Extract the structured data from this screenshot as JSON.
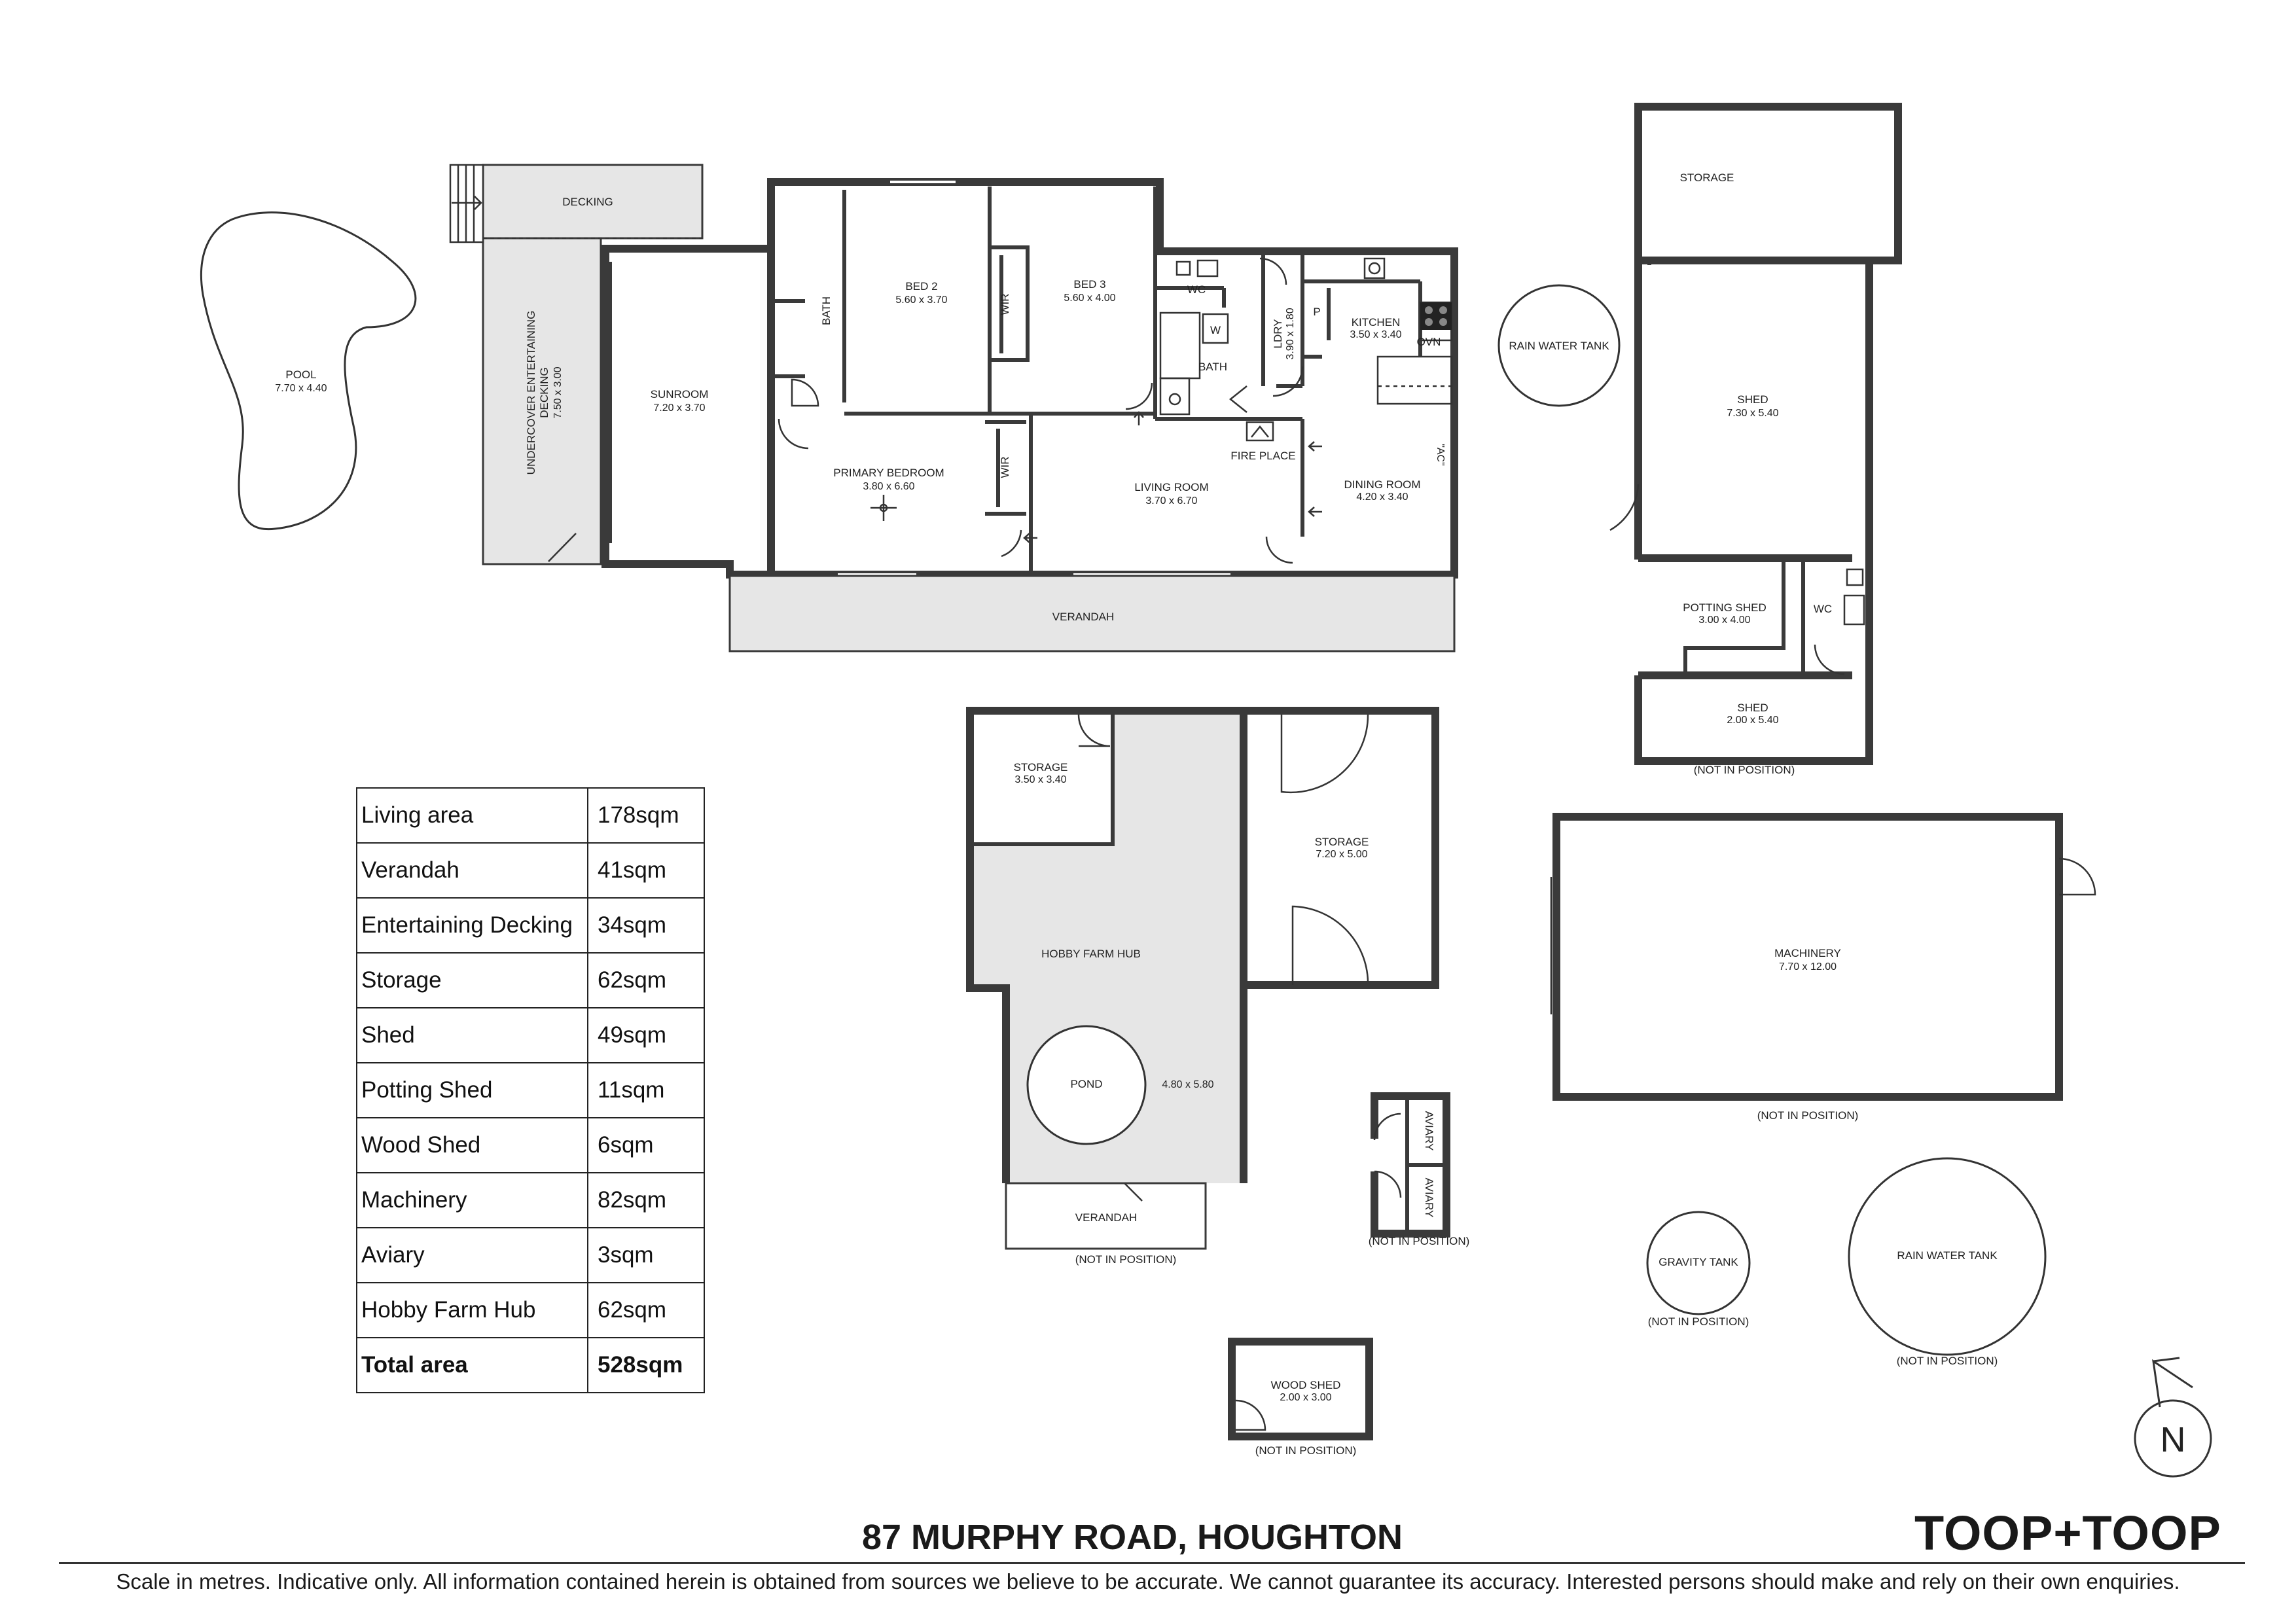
{
  "rooms": {
    "pool": {
      "label": "POOL",
      "dim": "7.70 x 4.40"
    },
    "decking": {
      "label": "DECKING"
    },
    "undercover": {
      "label1": "UNDERCOVER ENTERTAINING",
      "label2": "DECKING",
      "dim": "7.50 x 3.00"
    },
    "sunroom": {
      "label": "SUNROOM",
      "dim": "7.20 x 3.70"
    },
    "bath_left": {
      "label": "BATH"
    },
    "bed2": {
      "label": "BED 2",
      "dim": "5.60 x 3.70"
    },
    "wir1": {
      "label": "WIR"
    },
    "bed3": {
      "label": "BED 3",
      "dim": "5.60 x 4.00"
    },
    "wc": {
      "label": "WC"
    },
    "w": {
      "label": "W"
    },
    "bath_right": {
      "label": "BATH"
    },
    "ldry": {
      "label": "LDRY",
      "dim": "3.90 x 1.80"
    },
    "p": {
      "label": "P"
    },
    "kitchen": {
      "label": "KITCHEN",
      "dim": "3.50 x 3.40"
    },
    "ovn": {
      "label": "OVN"
    },
    "primary": {
      "label": "PRIMARY BEDROOM",
      "dim": "3.80 x 6.60"
    },
    "wir2": {
      "label": "WIR"
    },
    "living": {
      "label": "LIVING ROOM",
      "dim": "3.70 x 6.70"
    },
    "fireplace": {
      "label": "FIRE PLACE"
    },
    "dining": {
      "label": "DINING ROOM",
      "dim": "4.20 x 3.40"
    },
    "ac": {
      "label": "\"AC\""
    },
    "verandah": {
      "label": "VERANDAH"
    },
    "storage_top": {
      "label": "STORAGE"
    },
    "shed_big": {
      "label": "SHED",
      "dim": "7.30 x 5.40"
    },
    "potting": {
      "label": "POTTING SHED",
      "dim": "3.00 x 4.00"
    },
    "wc2": {
      "label": "WC"
    },
    "shed_small": {
      "label": "SHED",
      "dim": "2.00 x 5.40"
    },
    "tank1": {
      "label": "RAIN WATER TANK"
    },
    "hub_storage": {
      "label": "STORAGE",
      "dim": "3.50 x 3.40"
    },
    "storage_mid": {
      "label": "STORAGE",
      "dim": "7.20 x 5.00"
    },
    "hub": {
      "label": "HOBBY FARM HUB",
      "dim": "4.80 x 5.80"
    },
    "pond": {
      "label": "POND"
    },
    "hub_verandah": {
      "label": "VERANDAH"
    },
    "aviary1": {
      "label": "AVIARY"
    },
    "aviary2": {
      "label": "AVIARY"
    },
    "machinery": {
      "label": "MACHINERY",
      "dim": "7.70 x 12.00"
    },
    "gravity": {
      "label": "GRAVITY TANK"
    },
    "tank2": {
      "label": "RAIN WATER TANK"
    },
    "woodshed": {
      "label": "WOOD SHED",
      "dim": "2.00 x 3.00"
    }
  },
  "not_in_position": "(NOT IN POSITION)",
  "north": "N",
  "area_table": {
    "rows": [
      {
        "name": "Living area",
        "value": "178sqm"
      },
      {
        "name": "Verandah",
        "value": "41sqm"
      },
      {
        "name": "Entertaining Decking",
        "value": "34sqm"
      },
      {
        "name": "Storage",
        "value": "62sqm"
      },
      {
        "name": "Shed",
        "value": "49sqm"
      },
      {
        "name": "Potting Shed",
        "value": "11sqm"
      },
      {
        "name": "Wood Shed",
        "value": "6sqm"
      },
      {
        "name": "Machinery",
        "value": "82sqm"
      },
      {
        "name": "Aviary",
        "value": "3sqm"
      },
      {
        "name": "Hobby Farm Hub",
        "value": "62sqm"
      }
    ],
    "total": {
      "name": "Total area",
      "value": "528sqm"
    }
  },
  "address": "87 MURPHY ROAD, HOUGHTON",
  "brand": "TOOP+TOOP",
  "disclaimer": "Scale in metres. Indicative only. All information contained herein is obtained from sources we believe to be accurate. We cannot guarantee its accuracy. Interested persons should make and rely on their own enquiries."
}
